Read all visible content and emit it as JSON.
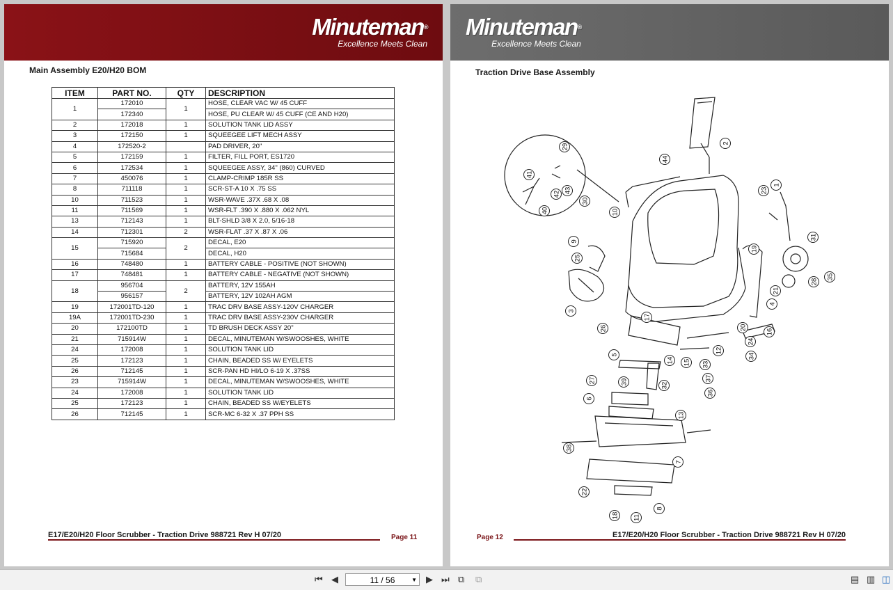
{
  "brand": {
    "name": "Minuteman",
    "tagline": "Excellence Meets Clean"
  },
  "left_page": {
    "title": "Main Assembly E20/H20 BOM",
    "headers": [
      "ITEM",
      "PART NO.",
      "QTY",
      "DESCRIPTION"
    ],
    "rows": [
      {
        "item": "1",
        "parts": [
          "172010",
          "172340"
        ],
        "qty": "1",
        "descs": [
          "HOSE, CLEAR VAC W/ 45 CUFF",
          "HOSE, PU CLEAR W/ 45 CUFF (CE AND H20)"
        ]
      },
      {
        "item": "2",
        "parts": [
          "172018"
        ],
        "qty": "1",
        "descs": [
          "SOLUTION TANK LID ASSY"
        ]
      },
      {
        "item": "3",
        "parts": [
          "172150"
        ],
        "qty": "1",
        "descs": [
          "SQUEEGEE LIFT MECH ASSY"
        ]
      },
      {
        "item": "4",
        "parts": [
          "172520-2"
        ],
        "qty": "",
        "descs": [
          "PAD DRIVER, 20\""
        ]
      },
      {
        "item": "5",
        "parts": [
          "172159"
        ],
        "qty": "1",
        "descs": [
          "FILTER, FILL PORT, ES1720"
        ]
      },
      {
        "item": "6",
        "parts": [
          "172534"
        ],
        "qty": "1",
        "descs": [
          "SQUEEGEE ASSY, 34\" (860) CURVED"
        ]
      },
      {
        "item": "7",
        "parts": [
          "450076"
        ],
        "qty": "1",
        "descs": [
          "CLAMP-CRIMP 185R SS"
        ]
      },
      {
        "item": "8",
        "parts": [
          "711118"
        ],
        "qty": "1",
        "descs": [
          "SCR-ST-A 10 X .75 SS"
        ]
      },
      {
        "item": "10",
        "parts": [
          "711523"
        ],
        "qty": "1",
        "descs": [
          "WSR-WAVE .37X .68 X .08"
        ]
      },
      {
        "item": "11",
        "parts": [
          "711569"
        ],
        "qty": "1",
        "descs": [
          "WSR-FLT .390 X .880 X .062 NYL"
        ]
      },
      {
        "item": "13",
        "parts": [
          "712143"
        ],
        "qty": "1",
        "descs": [
          "BLT-SHLD 3/8 X 2.0, 5/16-18"
        ]
      },
      {
        "item": "14",
        "parts": [
          "712301"
        ],
        "qty": "2",
        "descs": [
          "WSR-FLAT .37 X .87 X .06"
        ]
      },
      {
        "item": "15",
        "parts": [
          "715920",
          "715684"
        ],
        "qty": "2",
        "descs": [
          "DECAL, E20",
          "DECAL, H20"
        ]
      },
      {
        "item": "16",
        "parts": [
          "748480"
        ],
        "qty": "1",
        "descs": [
          "BATTERY CABLE - POSITIVE (NOT SHOWN)"
        ]
      },
      {
        "item": "17",
        "parts": [
          "748481"
        ],
        "qty": "1",
        "descs": [
          "BATTERY CABLE - NEGATIVE (NOT SHOWN)"
        ]
      },
      {
        "item": "18",
        "parts": [
          "956704",
          "956157"
        ],
        "qty": "2",
        "descs": [
          "BATTERY, 12V 155AH",
          "BATTERY, 12V 102AH AGM"
        ]
      },
      {
        "item": "19",
        "parts": [
          "172001TD-120"
        ],
        "qty": "1",
        "descs": [
          "TRAC DRV BASE ASSY-120V CHARGER"
        ]
      },
      {
        "item": "19A",
        "parts": [
          "172001TD-230"
        ],
        "qty": "1",
        "descs": [
          "TRAC DRV BASE ASSY-230V CHARGER"
        ]
      },
      {
        "item": "20",
        "parts": [
          "172100TD"
        ],
        "qty": "1",
        "descs": [
          "TD BRUSH DECK ASSY 20\""
        ]
      },
      {
        "item": "21",
        "parts": [
          "715914W"
        ],
        "qty": "1",
        "descs": [
          "DECAL, MINUTEMAN W/SWOOSHES, WHITE"
        ]
      },
      {
        "item": "24",
        "parts": [
          "172008"
        ],
        "qty": "1",
        "descs": [
          "SOLUTION TANK LID"
        ]
      },
      {
        "item": "25",
        "parts": [
          "172123"
        ],
        "qty": "1",
        "descs": [
          "CHAIN, BEADED SS W/ EYELETS"
        ]
      },
      {
        "item": "26",
        "parts": [
          "712145"
        ],
        "qty": "1",
        "descs": [
          "SCR-PAN HD HI/LO 6-19 X .37SS"
        ]
      },
      {
        "item": "23",
        "parts": [
          "715914W"
        ],
        "qty": "1",
        "descs": [
          "DECAL, MINUTEMAN W/SWOOSHES, WHITE"
        ]
      },
      {
        "item": "24",
        "parts": [
          "172008"
        ],
        "qty": "1",
        "descs": [
          "SOLUTION TANK LID"
        ]
      },
      {
        "item": "25",
        "parts": [
          "172123"
        ],
        "qty": "1",
        "descs": [
          "CHAIN, BEADED SS W/EYELETS"
        ]
      },
      {
        "item": "26",
        "parts": [
          "712145"
        ],
        "qty": "1",
        "descs": [
          "SCR-MC 6-32 X .37 PPH SS"
        ]
      }
    ],
    "footer": "E17/E20/H20 Floor Scrubber - Traction Drive 988721 Rev H 07/20",
    "page_label": "Page  11"
  },
  "right_page": {
    "title": "Traction Drive Base Assembly",
    "callouts": [
      "1",
      "2",
      "3",
      "4",
      "5",
      "6",
      "7",
      "8",
      "9",
      "10",
      "11",
      "12",
      "13",
      "14",
      "15",
      "16",
      "17",
      "18",
      "19",
      "20",
      "21",
      "22",
      "23",
      "24",
      "25",
      "26",
      "27",
      "28",
      "29",
      "30",
      "31",
      "32",
      "33",
      "34",
      "35",
      "36",
      "37",
      "38",
      "39",
      "40",
      "41",
      "42",
      "43",
      "44"
    ],
    "footer": "E17/E20/H20 Floor Scrubber - Traction Drive 988721 Rev H 07/20",
    "page_label": "Page  12"
  },
  "toolbar": {
    "page_indicator": "11 / 56",
    "icons": [
      "first-page-icon",
      "prev-page-icon",
      "next-page-icon",
      "last-page-icon",
      "fit-page-icon",
      "fit-width-icon",
      "single-page-icon",
      "continuous-icon",
      "two-page-icon"
    ]
  }
}
